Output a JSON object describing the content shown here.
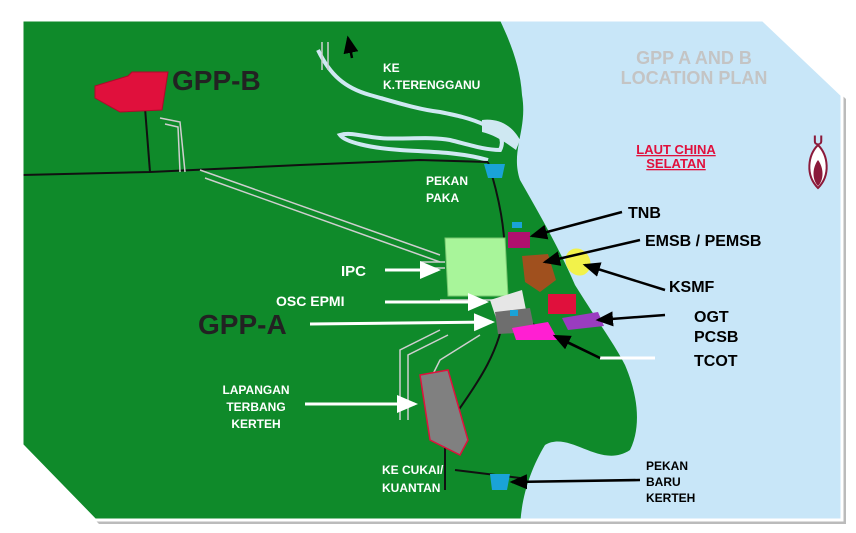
{
  "map": {
    "title_line1": "GPP A AND B",
    "title_line2": "LOCATION PLAN",
    "sea_line1": "LAUT CHINA",
    "sea_line2": "SELATAN",
    "north_letter": "U",
    "colors": {
      "land": "#0f8a2a",
      "sea": "#c8e6f8",
      "river": "#cfe8f2",
      "gpp_b": "#e0103c",
      "ipc": "#a8f59a",
      "osc_epmi": "#e6e6e6",
      "gpp_a_plot": "#6e6e6e",
      "tcot": "#ff1fd2",
      "tnb": "#b0106e",
      "emsb": "#a0501e",
      "ksmf": "#f2f24a",
      "ogt": "#e0103c",
      "pcsb": "#9a3cc0",
      "airport": "#808080"
    }
  },
  "labels": {
    "gpp_b": "GPP-B",
    "gpp_a": "GPP-A",
    "ke_terengganu_1": "KE",
    "ke_terengganu_2": "K.TERENGGANU",
    "pekan_paka_1": "PEKAN",
    "pekan_paka_2": "PAKA",
    "ipc": "IPC",
    "osc_epmi": "OSC EPMI",
    "tnb": "TNB",
    "emsb": "EMSB / PEMSB",
    "ksmf": "KSMF",
    "ogt": "OGT",
    "pcsb": "PCSB",
    "tcot": "TCOT",
    "lapangan_1": "LAPANGAN",
    "lapangan_2": "TERBANG",
    "lapangan_3": "KERTEH",
    "ke_cukai_1": "KE CUKAI/",
    "ke_cukai_2": "KUANTAN",
    "pekan_baru_1": "PEKAN",
    "pekan_baru_2": "BARU",
    "pekan_baru_3": "KERTEH"
  }
}
